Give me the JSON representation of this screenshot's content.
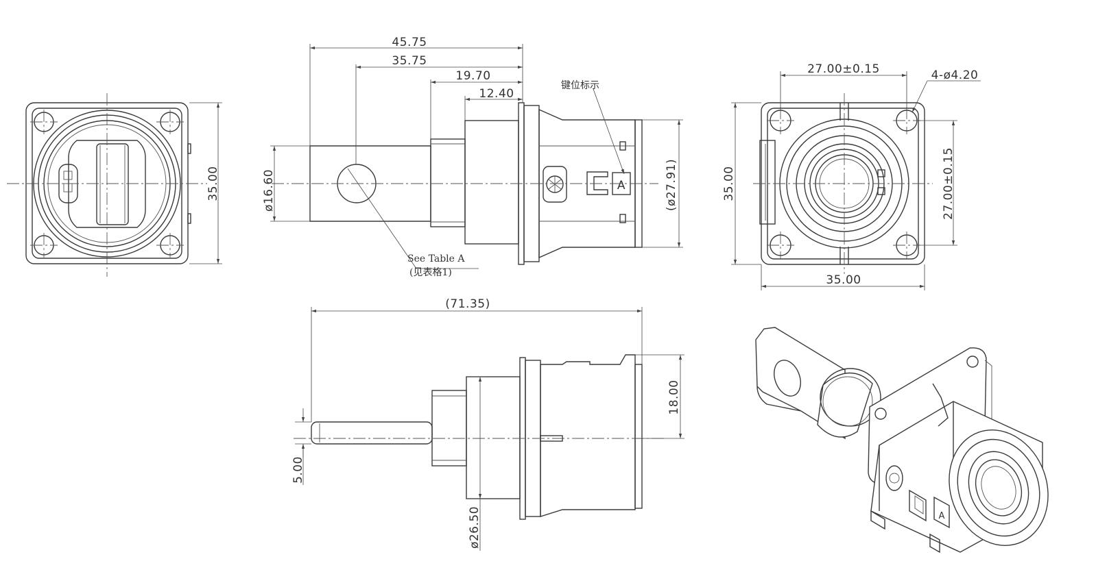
{
  "front_view": {
    "dims": {
      "height": "35.00"
    }
  },
  "side_view": {
    "dims": {
      "overall": "45.75",
      "hole_center": "35.75",
      "body_to_flange": "19.70",
      "flange_offset": "12.40",
      "tab_width": "ø16.60",
      "outer_diameter": "(ø27.91)"
    },
    "notes": {
      "key_marker": "键位标示",
      "table_ref": "See Table A",
      "table_ref_cn": "(见表格1)"
    },
    "key_letter": "A"
  },
  "rear_view": {
    "dims": {
      "hole_spacing_h": "27.00±0.15",
      "hole_spacing_v": "27.00±0.15",
      "hole_spec": "4-ø4.20",
      "height": "35.00",
      "width": "35.00"
    }
  },
  "bottom_view": {
    "dims": {
      "overall": "(71.35)",
      "height": "18.00",
      "tab_thickness": "5.00",
      "body_diameter": "ø26.50"
    }
  },
  "iso_view": {
    "key_letter": "A"
  }
}
